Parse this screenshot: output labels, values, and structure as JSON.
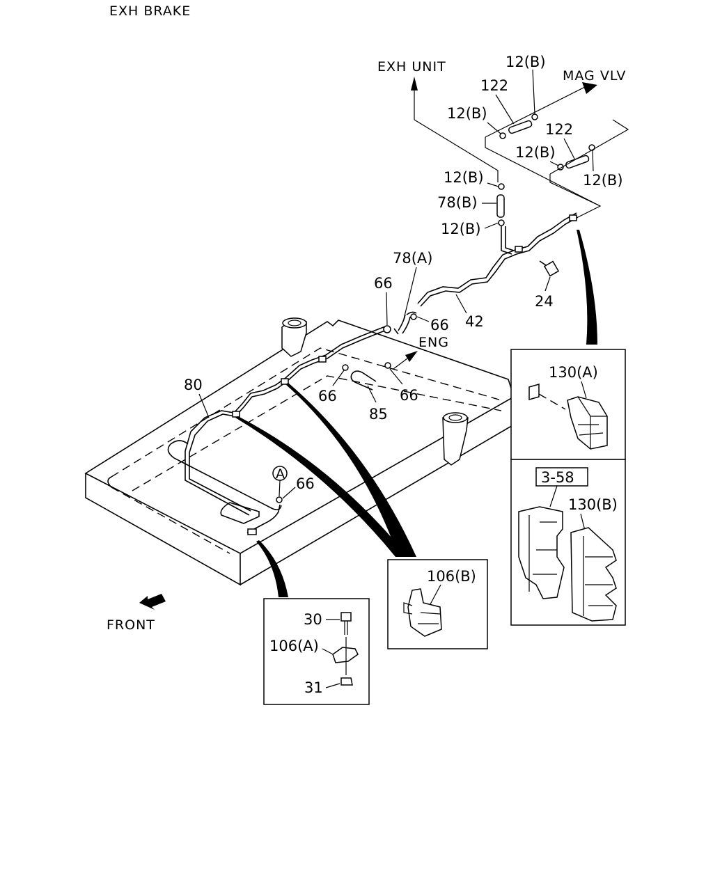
{
  "title": "EXH BRAKE",
  "directions": {
    "exh_unit": "EXH UNIT",
    "mag_vlv": "MAG VLV",
    "eng": "ENG",
    "front": "FRONT"
  },
  "callouts": {
    "p12b_top": "12(B)",
    "p122_top": "122",
    "p12b_left": "12(B)",
    "p122_right": "122",
    "p12b_mid": "12(B)",
    "p12b_right": "12(B)",
    "p12b_a": "12(B)",
    "p78b": "78(B)",
    "p12b_b": "12(B)",
    "p78a": "78(A)",
    "p66_a": "66",
    "p66_b": "66",
    "p42": "42",
    "p24": "24",
    "p80": "80",
    "p66_c": "66",
    "p85": "85",
    "p66_d": "66",
    "circle_a": "A",
    "p66_e": "66"
  },
  "details": {
    "box1": {
      "part": "130(A)"
    },
    "box2": {
      "ref": "3-58",
      "part": "130(B)"
    },
    "box3": {
      "part": "106(B)"
    },
    "box4": {
      "p30": "30",
      "p106a": "106(A)",
      "p31": "31"
    }
  }
}
